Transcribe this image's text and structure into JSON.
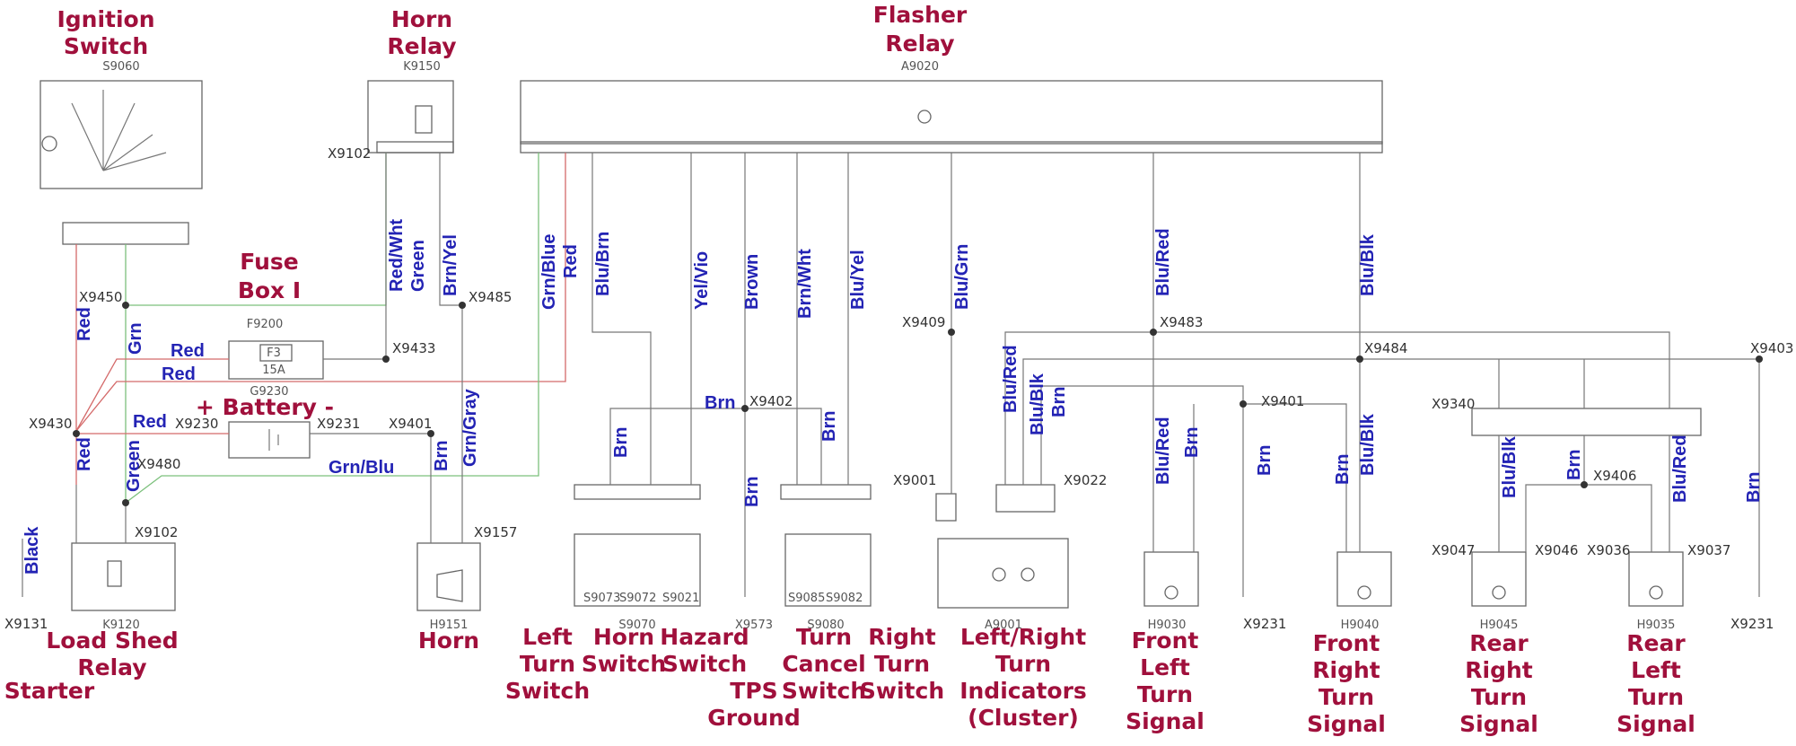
{
  "components": [
    {
      "key": "ignition",
      "lines": [
        "Ignition",
        "Switch"
      ],
      "code": "S9060"
    },
    {
      "key": "hornrelay",
      "lines": [
        "Horn",
        "Relay"
      ],
      "code": "K9150"
    },
    {
      "key": "flasher",
      "lines": [
        "Flasher",
        "Relay"
      ],
      "code": "A9020"
    },
    {
      "key": "fusebox",
      "lines": [
        "Fuse",
        "Box I"
      ],
      "code": "F9200"
    },
    {
      "key": "loadshed",
      "lines": [
        "Load Shed",
        "Relay"
      ],
      "code": "K9120"
    },
    {
      "key": "starter",
      "lines": [
        "Starter"
      ]
    },
    {
      "key": "horn",
      "lines": [
        "Horn"
      ],
      "code": "H9151"
    },
    {
      "key": "lts",
      "lines": [
        "Left",
        "Turn",
        "Switch"
      ]
    },
    {
      "key": "hornsw",
      "lines": [
        "Horn",
        "Switch"
      ],
      "code": "S9070"
    },
    {
      "key": "hazard",
      "lines": [
        "Hazard",
        "Switch"
      ]
    },
    {
      "key": "tps",
      "lines": [
        "TPS",
        "Ground"
      ],
      "code": "X9573"
    },
    {
      "key": "cancel",
      "lines": [
        "Turn",
        "Cancel",
        "Switch"
      ],
      "code": "S9080"
    },
    {
      "key": "rts",
      "lines": [
        "Right",
        "Turn",
        "Switch"
      ]
    },
    {
      "key": "cluster",
      "lines": [
        "Left/Right",
        "Turn",
        "Indicators",
        "(Cluster)"
      ],
      "code": "A9001"
    },
    {
      "key": "flts",
      "lines": [
        "Front",
        "Left",
        "Turn",
        "Signal"
      ],
      "code": "H9030"
    },
    {
      "key": "frts",
      "lines": [
        "Front",
        "Right",
        "Turn",
        "Signal"
      ],
      "code": "H9040"
    },
    {
      "key": "rrts",
      "lines": [
        "Rear",
        "Right",
        "Turn",
        "Signal"
      ],
      "code": "H9045"
    },
    {
      "key": "rlts",
      "lines": [
        "Rear",
        "Left",
        "Turn",
        "Signal"
      ],
      "code": "H9035"
    }
  ],
  "battery_label": "+ Battery -",
  "wire_labels": {
    "red_wht": "Red/Wht",
    "green": "Green",
    "brn_yel": "Brn/Yel",
    "grn_blue": "Grn/Blue",
    "red": "Red",
    "blu_brn": "Blu/Brn",
    "yel_vio": "Yel/Vio",
    "brown": "Brown",
    "brn_wht": "Brn/Wht",
    "blu_yel": "Blu/Yel",
    "blu_grn": "Blu/Grn",
    "blu_red": "Blu/Red",
    "blu_blk": "Blu/Blk",
    "brn": "Brn",
    "grn": "Grn",
    "black": "Black",
    "grn_gray": "Grn/Gray",
    "grn_blu": "Grn/Blu"
  },
  "connectors": {
    "x9102": "X9102",
    "x9450": "X9450",
    "x9485": "X9485",
    "x9433": "X9433",
    "x9430": "X9430",
    "x9230": "X9230",
    "x9231": "X9231",
    "x9401": "X9401",
    "x9480": "X9480",
    "x9131": "X9131",
    "x9157": "X9157",
    "x9402": "X9402",
    "x9409": "X9409",
    "x9483": "X9483",
    "x9484": "X9484",
    "x9403": "X9403",
    "x9340": "X9340",
    "x9406": "X9406",
    "x9001": "X9001",
    "x9022": "X9022",
    "x9047": "X9047",
    "x9046": "X9046",
    "x9036": "X9036",
    "x9037": "X9037",
    "s9073": "S9073",
    "s9072": "S9072",
    "s9021": "S9021",
    "s9085": "S9085",
    "s9082": "S9082",
    "g9230": "G9230",
    "f3": "F3",
    "amp15": "15A"
  }
}
